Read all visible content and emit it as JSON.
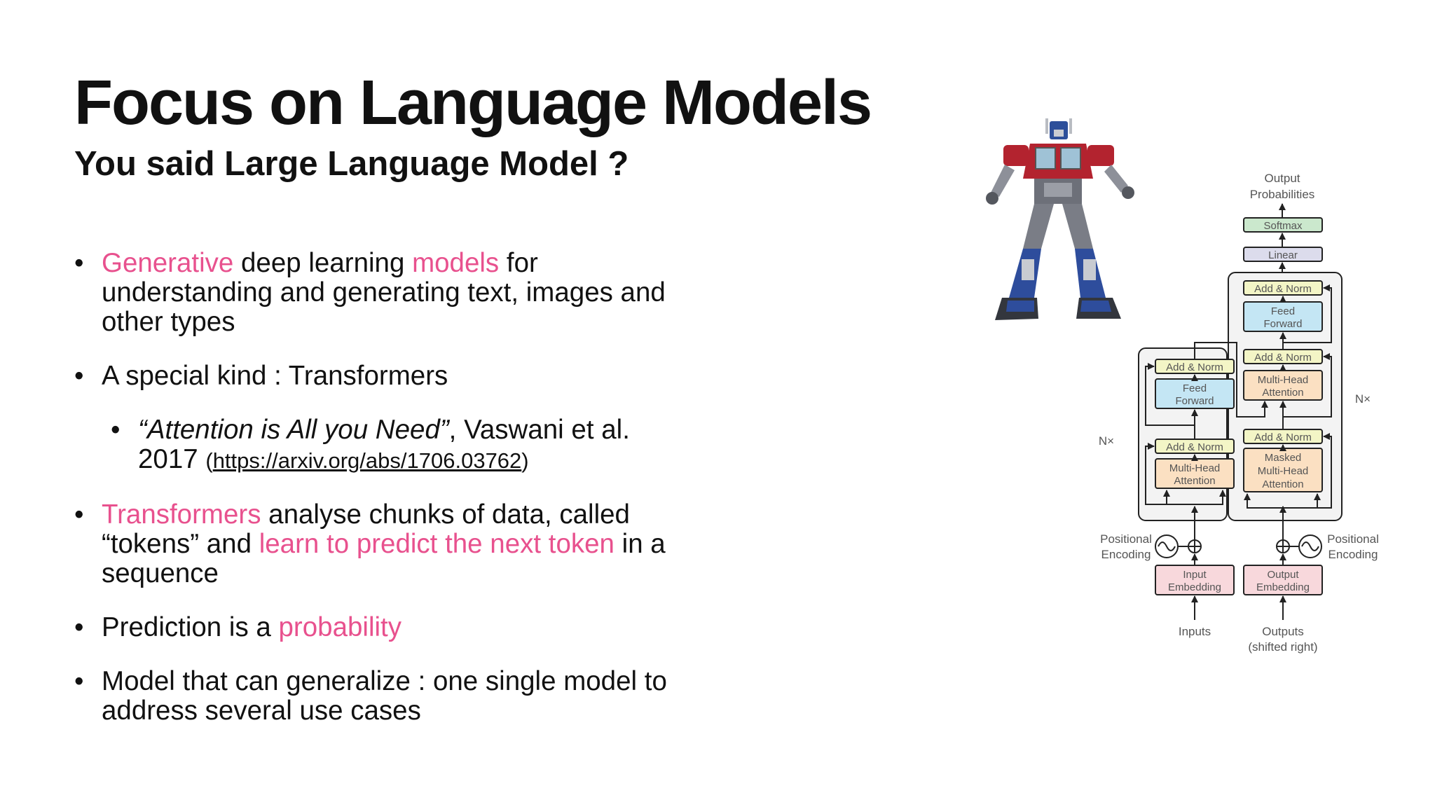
{
  "slide": {
    "title": "Focus on Language Models",
    "subtitle": "You said Large Language Model ?"
  },
  "bullets": {
    "b1": {
      "hl1": "Generative",
      "t1": " deep learning ",
      "hl2": "models",
      "t2": " for understanding and generating text, images and other types"
    },
    "b2": {
      "text": "A special kind : Transformers"
    },
    "b3": {
      "quote": "“Attention is All you Need”",
      "t1": ", Vaswani et al. 2017 ",
      "paren_open": "(",
      "link": "https://arxiv.org/abs/1706.03762",
      "paren_close": ")"
    },
    "b4": {
      "hl1": "Transformers",
      "t1": " analyse chunks of data, called “tokens” and ",
      "hl2": "learn to predict the next token",
      "t2": " in a sequence"
    },
    "b5": {
      "t1": "Prediction is a ",
      "hl1": "probability"
    },
    "b6": {
      "text": "Model that can generalize : one single model to address several use cases"
    }
  },
  "diagram": {
    "output_probabilities_1": "Output",
    "output_probabilities_2": "Probabilities",
    "softmax": "Softmax",
    "linear": "Linear",
    "add_norm": "Add & Norm",
    "feed_1": "Feed",
    "feed_2": "Forward",
    "mha_1": "Multi-Head",
    "mha_2": "Attention",
    "masked_1": "Masked",
    "masked_2": "Multi-Head",
    "masked_3": "Attention",
    "nx": "N×",
    "pos_enc_1": "Positional",
    "pos_enc_2": "Encoding",
    "input_emb_1": "Input",
    "input_emb_2": "Embedding",
    "output_emb_1": "Output",
    "output_emb_2": "Embedding",
    "inputs": "Inputs",
    "outputs_1": "Outputs",
    "outputs_2": "(shifted right)"
  },
  "colors": {
    "highlight": "#e8518e",
    "add_norm_fill": "#f3f5c6",
    "feed_forward_fill": "#c4e6f4",
    "attention_fill": "#fbe0c2",
    "embedding_fill": "#f8d8dc",
    "softmax_fill": "#cbe8cd",
    "linear_fill": "#dcdcec",
    "block_fill": "#f3f3f3"
  },
  "images": {
    "robot": "robot-figure"
  }
}
